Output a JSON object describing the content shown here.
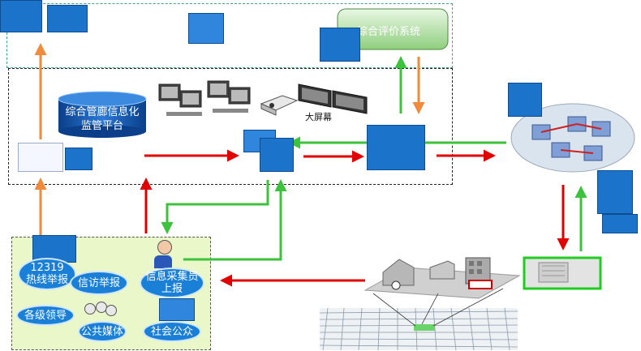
{
  "texts": {
    "platform": [
      "综合管廊信息化",
      "监管平台"
    ],
    "eval_system": "综合评价系统",
    "big_screen": "大屏幕",
    "hotline": [
      "12319",
      "热线举报"
    ],
    "petition": "信访举报",
    "collector": [
      "信息采集员",
      "上报"
    ],
    "leaders": "各级领导",
    "media": "公共媒体",
    "public": "社会公众"
  },
  "icons": {
    "users_person": "user-icon",
    "monitor": "monitor-icon",
    "projector": "projector-icon",
    "network": "server-network-icon",
    "car": "car-icon"
  },
  "colors": {
    "arrow_red": "#e00000",
    "arrow_green": "#3cc23c",
    "arrow_orange": "#f08a3c",
    "tile_blue": "#1b74c9",
    "bubble_blue": "#1a7fd6",
    "ground_green": "#dff5c8"
  }
}
